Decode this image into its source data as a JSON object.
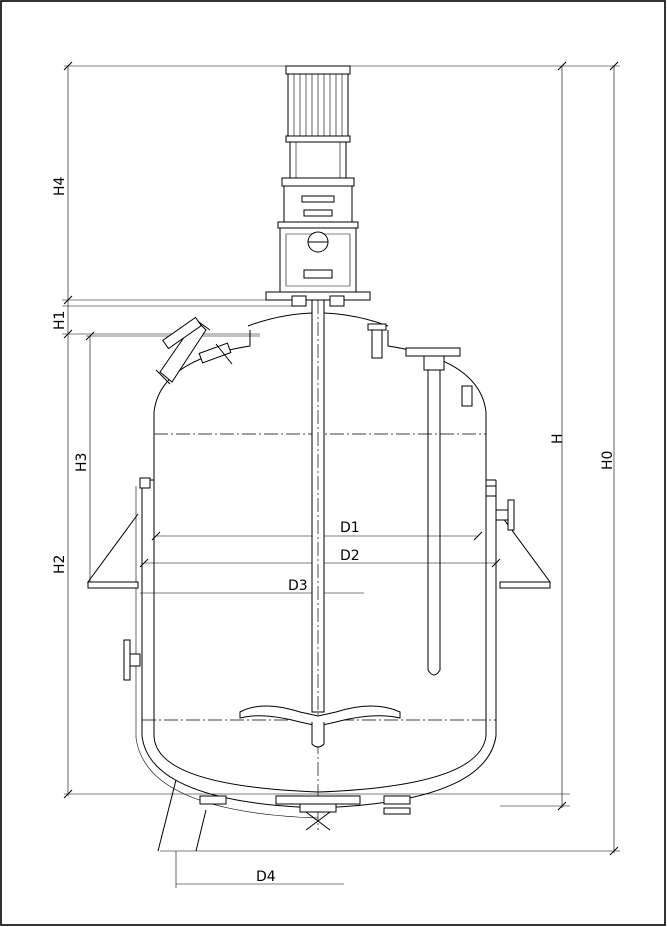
{
  "drawing": {
    "labels": {
      "h4": "H4",
      "h1": "H1",
      "h3": "H3",
      "h2": "H2",
      "h": "H",
      "h0": "H0",
      "d1": "D1",
      "d2": "D2",
      "d3": "D3",
      "d4": "D4"
    }
  }
}
